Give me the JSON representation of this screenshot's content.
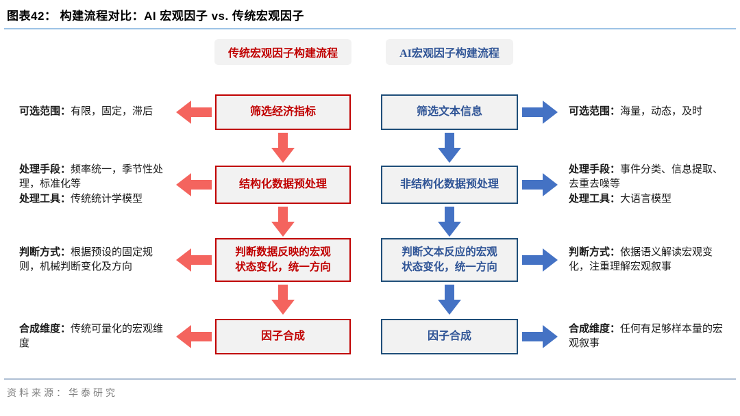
{
  "title": "图表42：  构建流程对比：AI 宏观因子 vs. 传统宏观因子",
  "headers": {
    "traditional": "传统宏观因子构建流程",
    "ai": "AI宏观因子构建流程"
  },
  "rows": [
    {
      "left_note": [
        {
          "label": "可选范围：",
          "text": "有限，固定，滞后"
        }
      ],
      "left_box": "筛选经济指标",
      "right_box": "筛选文本信息",
      "right_note": [
        {
          "label": "可选范围：",
          "text": "海量，动态，及时"
        }
      ]
    },
    {
      "left_note": [
        {
          "label": "处理手段：",
          "text": "频率统一，季节性处理，标准化等"
        },
        {
          "label": "处理工具：",
          "text": "传统统计学模型"
        }
      ],
      "left_box": "结构化数据预处理",
      "right_box": "非结构化数据预处理",
      "right_note": [
        {
          "label": "处理手段：",
          "text": "事件分类、信息提取、去重去噪等"
        },
        {
          "label": "处理工具：",
          "text": "大语言模型"
        }
      ]
    },
    {
      "left_note": [
        {
          "label": "判断方式：",
          "text": "根据预设的固定规则，机械判断变化及方向"
        }
      ],
      "left_box": "判断数据反映的宏观\n状态变化，统一方向",
      "right_box": "判断文本反应的宏观\n状态变化，统一方向",
      "right_note": [
        {
          "label": "判断方式：",
          "text": "依据语义解读宏观变化，注重理解宏观叙事"
        }
      ]
    },
    {
      "left_note": [
        {
          "label": "合成维度：",
          "text": "传统可量化的宏观维度"
        }
      ],
      "left_box": "因子合成",
      "right_box": "因子合成",
      "right_note": [
        {
          "label": "合成维度：",
          "text": "任何有足够样本量的宏观叙事"
        }
      ]
    }
  ],
  "footer": {
    "source": "资料来源：华泰研究"
  },
  "colors": {
    "red_border": "#C00000",
    "red_text": "#C00000",
    "red_arrow": "#F4645E",
    "blue_border": "#1F4E79",
    "blue_text": "#2F5496",
    "blue_arrow": "#4472C4",
    "box_background": "#F2F2F2",
    "title_rule": "#9DC3E6",
    "footer_rule": "#AEBFD4",
    "footer_text": "#7F7F7F"
  }
}
